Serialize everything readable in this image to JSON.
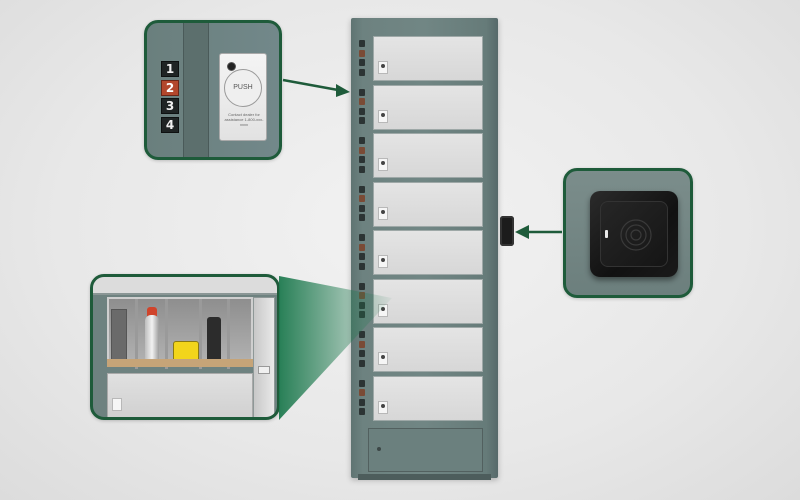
{
  "scene": {
    "background": "#eeeeee",
    "accent": "#1e5b3a",
    "cabinet_color": "#6d8280",
    "door_color": "#dadada"
  },
  "cabinet": {
    "door_count": 8,
    "has_base_drawer": true
  },
  "keypad_callout": {
    "keys": [
      "1",
      "2",
      "3",
      "4"
    ],
    "highlighted_key": "2",
    "push_label": "PUSH",
    "push_note": "Contact dealer for assistance 1-800-xxx-xxxx",
    "icons": [
      "keypad-icon",
      "push-button-icon"
    ]
  },
  "reader_callout": {
    "device": "rfid-reader-icon"
  },
  "interior_callout": {
    "items": [
      "safe-box-icon",
      "spray-can-icon",
      "taser-icon",
      "handgun-icon"
    ]
  }
}
